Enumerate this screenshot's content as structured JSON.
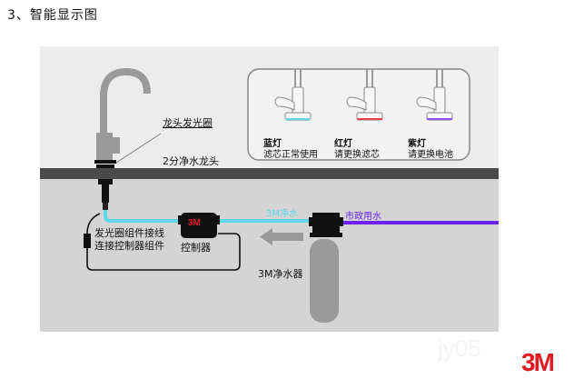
{
  "title": "3、智能显示图",
  "labels": {
    "faucet_ring": "龙头发光圈",
    "faucet": "2分净水龙头",
    "ring_wire_line1": "发光圈组件接线",
    "ring_wire_line2": "连接控制器组件",
    "controller": "控制器",
    "controller_logo": "3M",
    "pure_water": "3M净水",
    "city_water": "市政用水",
    "purifier": "3M净水器"
  },
  "legend": [
    {
      "name": "蓝灯",
      "desc": "滤芯正常使用",
      "color": "#5fd6e8"
    },
    {
      "name": "红灯",
      "desc": "请更换滤芯",
      "color": "#e8414a"
    },
    {
      "name": "紫灯",
      "desc": "请更换电池",
      "color": "#8a4ff0"
    }
  ],
  "colors": {
    "pure_water_line": "#5fd6e8",
    "city_water_line": "#6a22f0",
    "brand": "#e31b23"
  },
  "brand_logo": "3M",
  "watermark": "jy05"
}
